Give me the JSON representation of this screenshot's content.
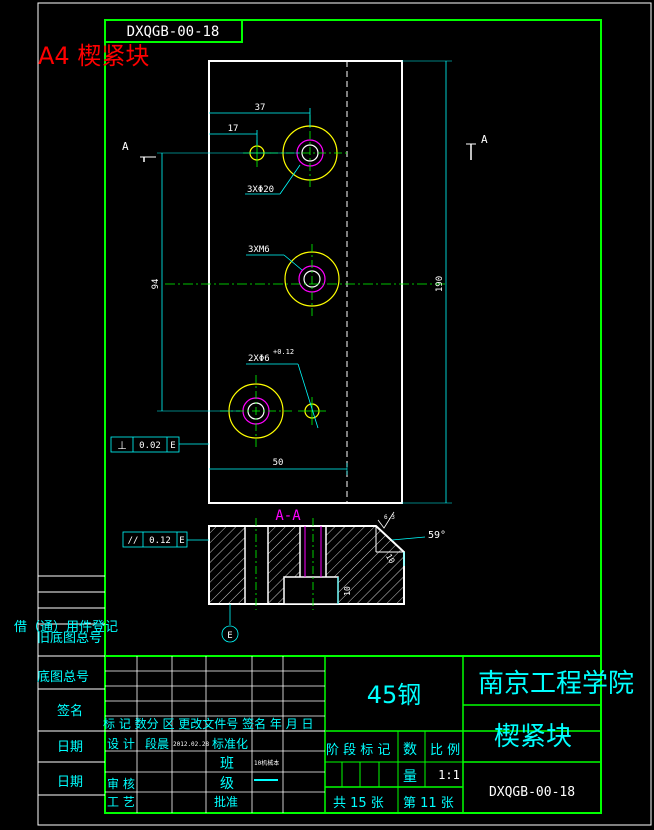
{
  "drawing_number": "DXQGB-00-18",
  "sheet_label": "A4 楔紧块",
  "colors": {
    "background": "#000000",
    "frame": "#00ff00",
    "outline": "#ffffff",
    "dimension": "#00ffff",
    "centerline": "#00ff00",
    "sheet_label": "#ff0000",
    "section_label": "#ff00ff",
    "hole_circle": "#ffff00"
  },
  "views": {
    "top": {
      "section_mark_left": "A",
      "section_mark_right": "A",
      "dim_37": "37",
      "dim_17": "17",
      "dim_height_left": "94",
      "dim_height_right": "190",
      "dim_width_bottom": "50",
      "hole_label_1": "3XΦ20",
      "hole_label_2": "3XM6",
      "hole_label_3": "2XΦ6",
      "hole_label_3_tol": "+0.12",
      "flatness_symbol": "⊥",
      "flatness_value": "0.02",
      "flatness_datum": "E"
    },
    "section": {
      "title": "A-A",
      "angle_label": "59°",
      "dim_side": "10",
      "dim_bottom": "10",
      "parallel_symbol": "//",
      "parallel_value": "0.12",
      "parallel_datum": "E",
      "datum_label": "E",
      "roughness": "6.3"
    }
  },
  "side_labels": {
    "borrow_register": "借（通）用件登记",
    "old_drawing_no": "旧底图总号",
    "base_drawing_no": "底图总号",
    "signature": "签名",
    "date1": "日期",
    "date2": "日期"
  },
  "title_block": {
    "material": "45钢",
    "school": "南京工程学院",
    "part_name": "楔紧块",
    "drawing_number": "DXQGB-00-18",
    "row_headers": "标 记 数分 区 更改文件号 签名 年 月 日",
    "design": "设 计",
    "design_name": "段晨",
    "design_date": "2012.02.28",
    "standardization": "标准化",
    "review": "审 核",
    "process": "工 艺",
    "class_label": "班",
    "class_value": "10机械本",
    "grade_label": "级",
    "approve": "批准",
    "stage_mark": "阶 段 标 记",
    "count_label": "数",
    "weight_label": "量",
    "scale_label": "比 例",
    "scale_value": "1:1",
    "sheets_total": "共 15 张",
    "sheet_current": "第 11 张"
  }
}
